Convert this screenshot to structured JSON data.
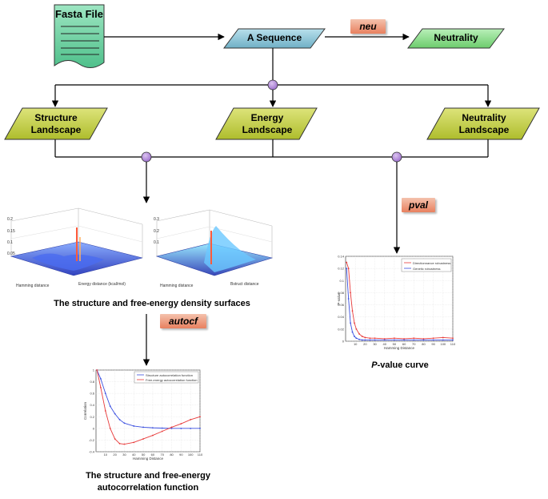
{
  "nodes": {
    "fasta_file": "Fasta File",
    "a_sequence": "A Sequence",
    "neutrality": "Neutrality",
    "structure_landscape": [
      "Structure",
      "Landscape"
    ],
    "energy_landscape": [
      "Energy",
      "Landscape"
    ],
    "neutrality_landscape": [
      "Neutrality",
      "Landscape"
    ]
  },
  "tags": {
    "neu": "neu",
    "pval": "pval",
    "autocf": "autocf"
  },
  "captions": {
    "surfaces": "The structure and free-energy density surfaces",
    "pvalue_italic": "P",
    "pvalue_rest": "-value curve",
    "autocorr_line1": "The structure and free-energy",
    "autocorr_line2": "autocorrelation function"
  },
  "surface_plots": {
    "left": {
      "xlabel": "Hamming distance",
      "ylabel": "Energy distance (kcal/mol)"
    },
    "right": {
      "xlabel": "Hamming distance",
      "ylabel": "Bstruct distance"
    }
  },
  "colors": {
    "doc_fill": "#6fd3a5",
    "seq_fill": "#8ec5d6",
    "neutral_fill": "#8fdc8f",
    "landscape_fill": "#c5d24a",
    "junction": "#b48ad8",
    "tag_fill": "#eb9275",
    "series_red": "#e83a3a",
    "series_blue": "#3a4fe0"
  },
  "chart_data": [
    {
      "type": "line",
      "xlabel": "Hamming Distance",
      "ylabel": "P-value",
      "xlim": [
        0,
        110
      ],
      "ylim": [
        0,
        0.14
      ],
      "x_ticks": [
        "10",
        "20",
        "30",
        "40",
        "50",
        "60",
        "70",
        "80",
        "90",
        "100",
        "110"
      ],
      "y_ticks": [
        "0",
        "0.02",
        "0.04",
        "0.06",
        "0.08",
        "0.1",
        "0.12",
        "0.14"
      ],
      "grid": true,
      "legend_position": "top-right",
      "series": [
        {
          "name": "Directionnance robustness",
          "x": [
            1,
            3,
            5,
            7,
            9,
            11,
            14,
            17,
            20,
            25,
            30,
            40,
            50,
            60,
            70,
            80,
            90,
            100,
            110
          ],
          "values": [
            0.13,
            0.12,
            0.08,
            0.05,
            0.03,
            0.02,
            0.012,
            0.008,
            0.006,
            0.005,
            0.005,
            0.004,
            0.005,
            0.004,
            0.005,
            0.004,
            0.005,
            0.006,
            0.005
          ]
        },
        {
          "name": "Genetic robustness",
          "x": [
            1,
            3,
            5,
            7,
            9,
            11,
            14,
            17,
            20,
            25,
            30,
            40,
            50,
            60,
            70,
            80,
            90,
            100,
            110
          ],
          "values": [
            0.12,
            0.07,
            0.03,
            0.015,
            0.008,
            0.005,
            0.003,
            0.002,
            0.002,
            0.002,
            0.002,
            0.002,
            0.002,
            0.002,
            0.002,
            0.002,
            0.002,
            0.002,
            0.002
          ]
        }
      ]
    },
    {
      "type": "line",
      "xlabel": "Hamming Distance",
      "ylabel": "Correlation",
      "xlim": [
        0,
        110
      ],
      "ylim": [
        -0.4,
        1
      ],
      "x_ticks": [
        "10",
        "20",
        "30",
        "40",
        "50",
        "60",
        "70",
        "80",
        "90",
        "100",
        "110"
      ],
      "y_ticks": [
        "-0.4",
        "-0.2",
        "0",
        "0.2",
        "0.4",
        "0.6",
        "0.8",
        "1"
      ],
      "grid": true,
      "legend_position": "top-right",
      "series": [
        {
          "name": "Structure autocorrelation function",
          "x": [
            1,
            5,
            10,
            15,
            20,
            25,
            30,
            40,
            50,
            60,
            70,
            80,
            90,
            100,
            110
          ],
          "values": [
            1.0,
            0.85,
            0.6,
            0.38,
            0.25,
            0.15,
            0.09,
            0.04,
            0.02,
            0.01,
            0.005,
            0.0,
            0.0,
            0.0,
            0.0
          ]
        },
        {
          "name": "Free-energy autocorrelation function",
          "x": [
            1,
            5,
            10,
            15,
            20,
            25,
            30,
            40,
            50,
            60,
            70,
            80,
            90,
            100,
            110
          ],
          "values": [
            1.0,
            0.7,
            0.3,
            0.0,
            -0.18,
            -0.26,
            -0.27,
            -0.24,
            -0.18,
            -0.12,
            -0.05,
            0.02,
            0.08,
            0.15,
            0.2
          ]
        }
      ]
    }
  ]
}
